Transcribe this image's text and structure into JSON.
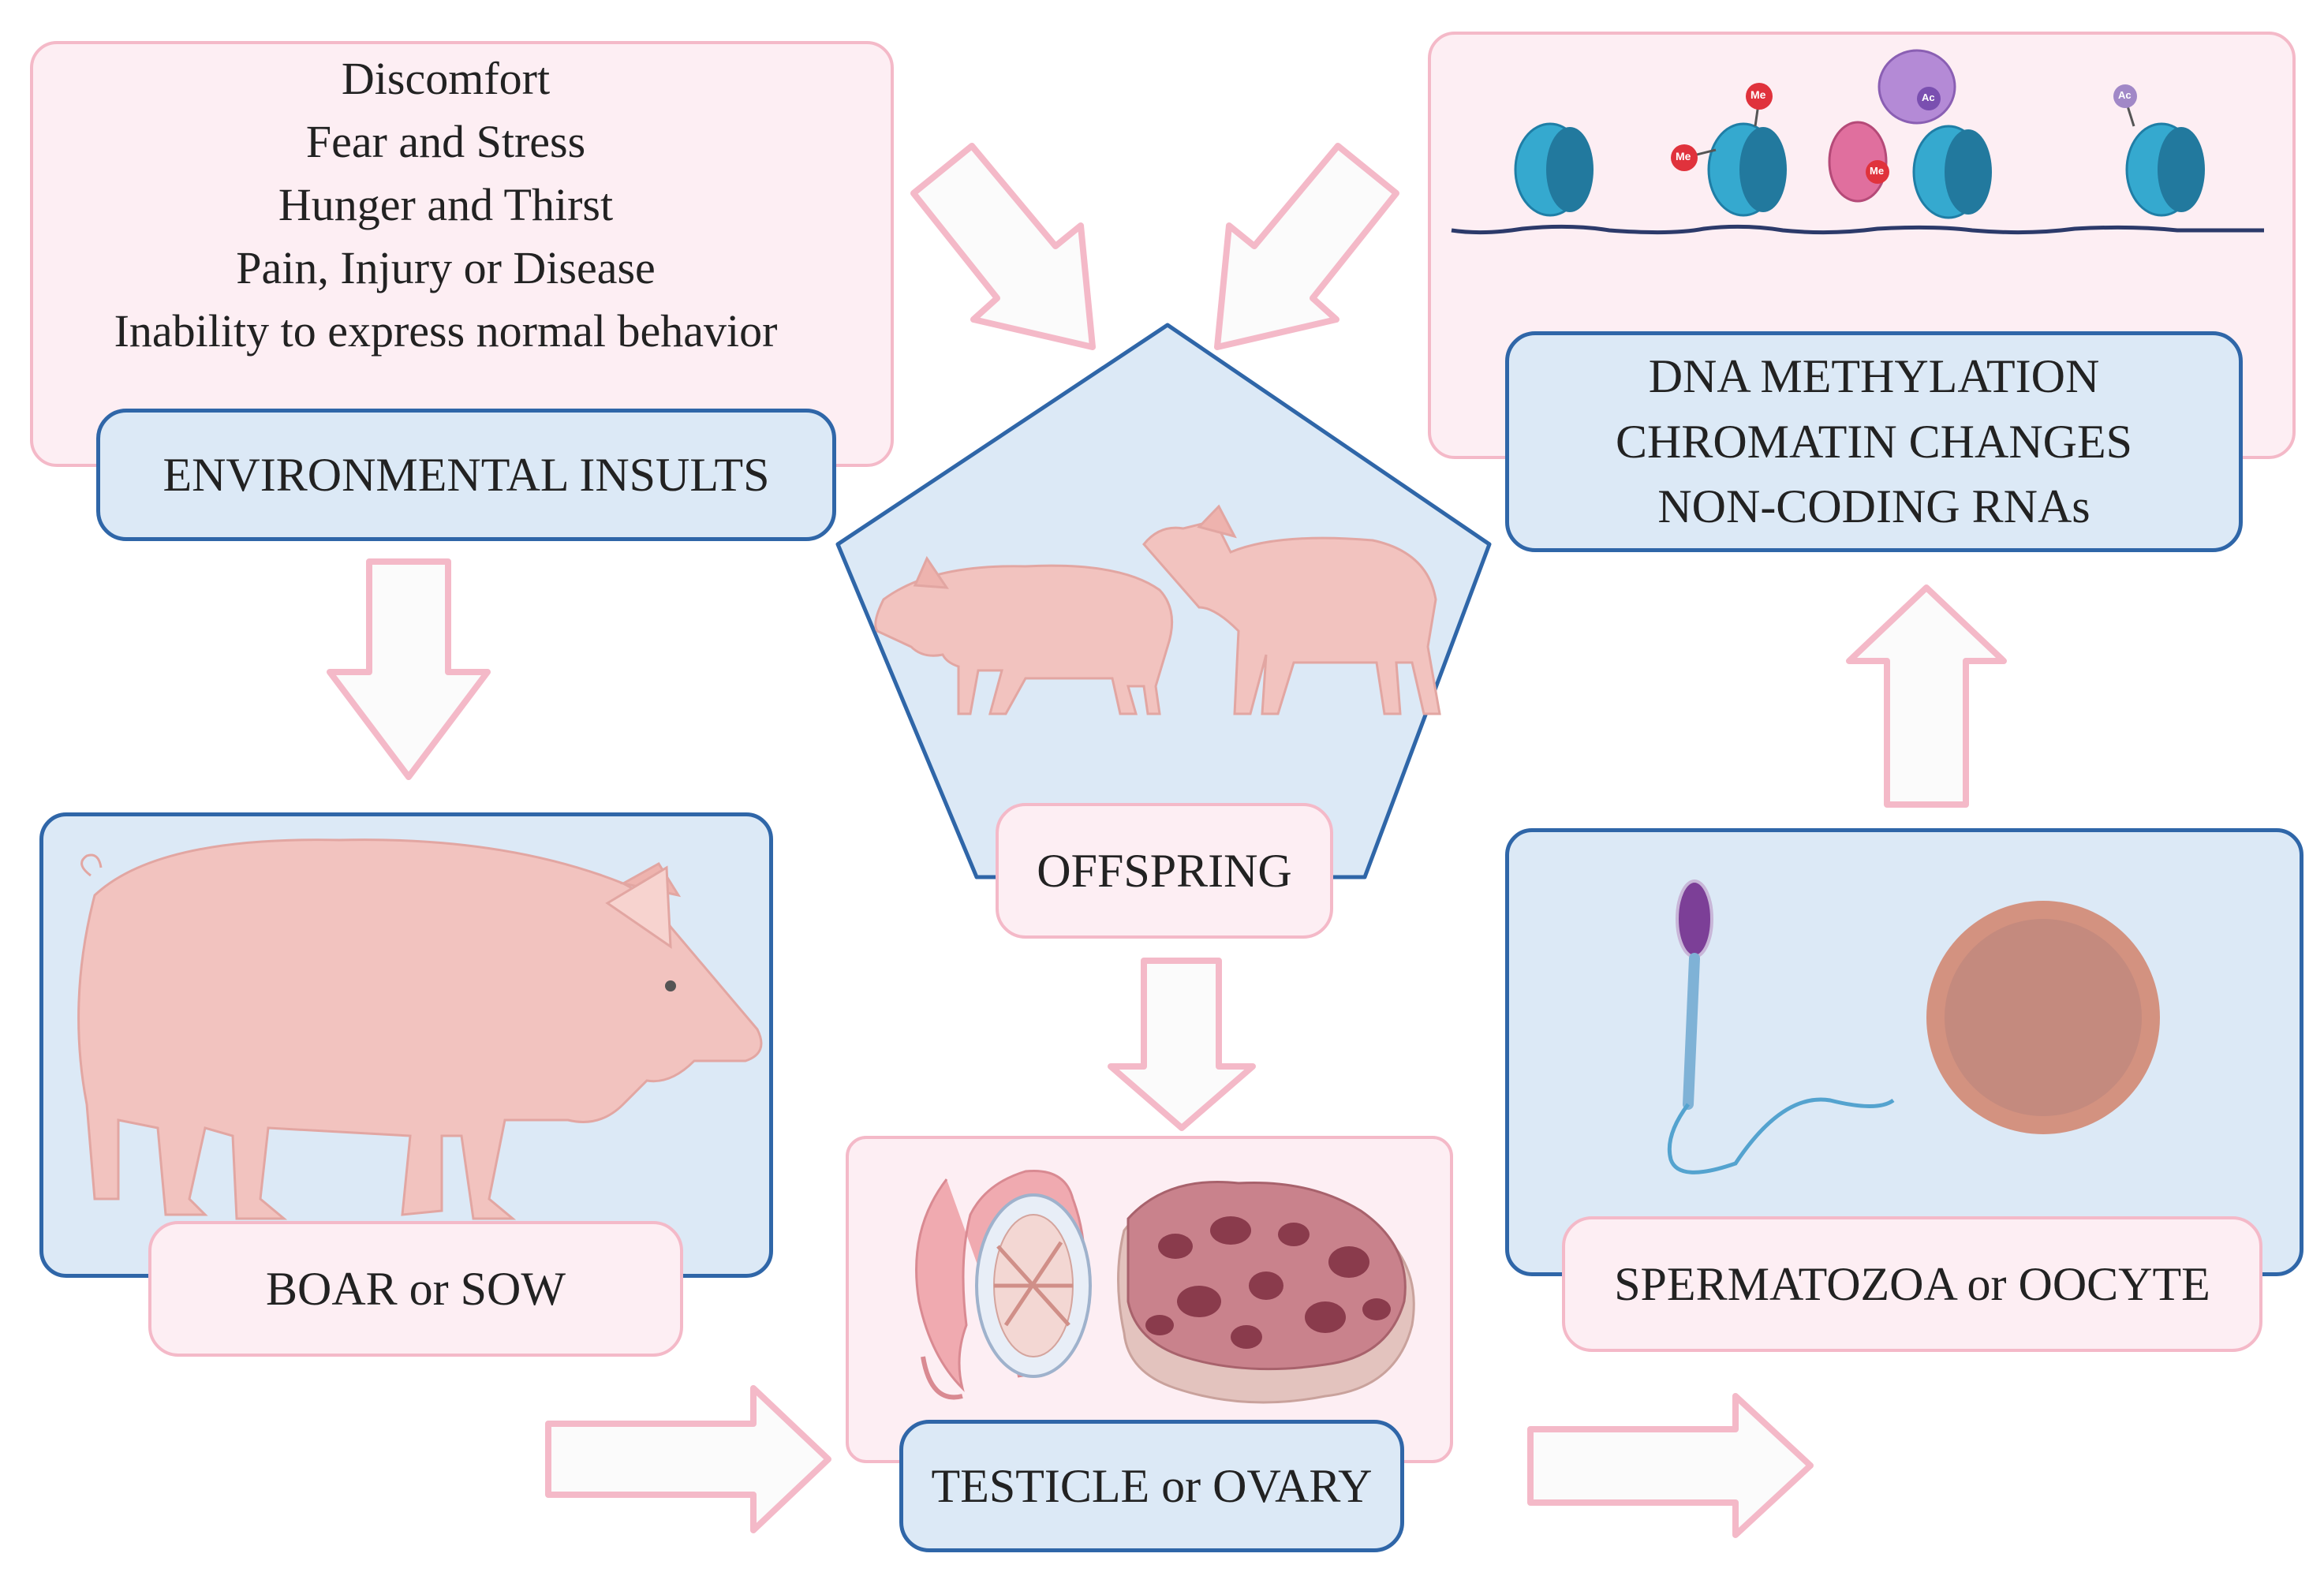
{
  "environment": {
    "insults": [
      "Discomfort",
      "Fear and Stress",
      "Hunger and Thirst",
      "Pain, Injury or Disease",
      "Inability to express normal behavior"
    ],
    "label": "ENVIRONMENTAL INSULTS"
  },
  "parent": {
    "label": "BOAR or SOW"
  },
  "offspring": {
    "label": "OFFSPRING"
  },
  "gonads": {
    "label": "TESTICLE or OVARY"
  },
  "gametes": {
    "label": "SPERMATOZOA or OOCYTE"
  },
  "epigenetics": {
    "mechanisms": [
      "DNA METHYLATION",
      "CHROMATIN CHANGES",
      "NON-CODING RNAs"
    ],
    "marks": [
      "Me",
      "Me",
      "Me",
      "Ac",
      "Ac"
    ]
  },
  "colors": {
    "pink_panel": "#fdeef3",
    "pink_border": "#f4b9c8",
    "blue_panel": "#dce9f6",
    "blue_border": "#2f66a8",
    "pig": "#f3c4c0",
    "nucleosome": "#35a9cf"
  }
}
